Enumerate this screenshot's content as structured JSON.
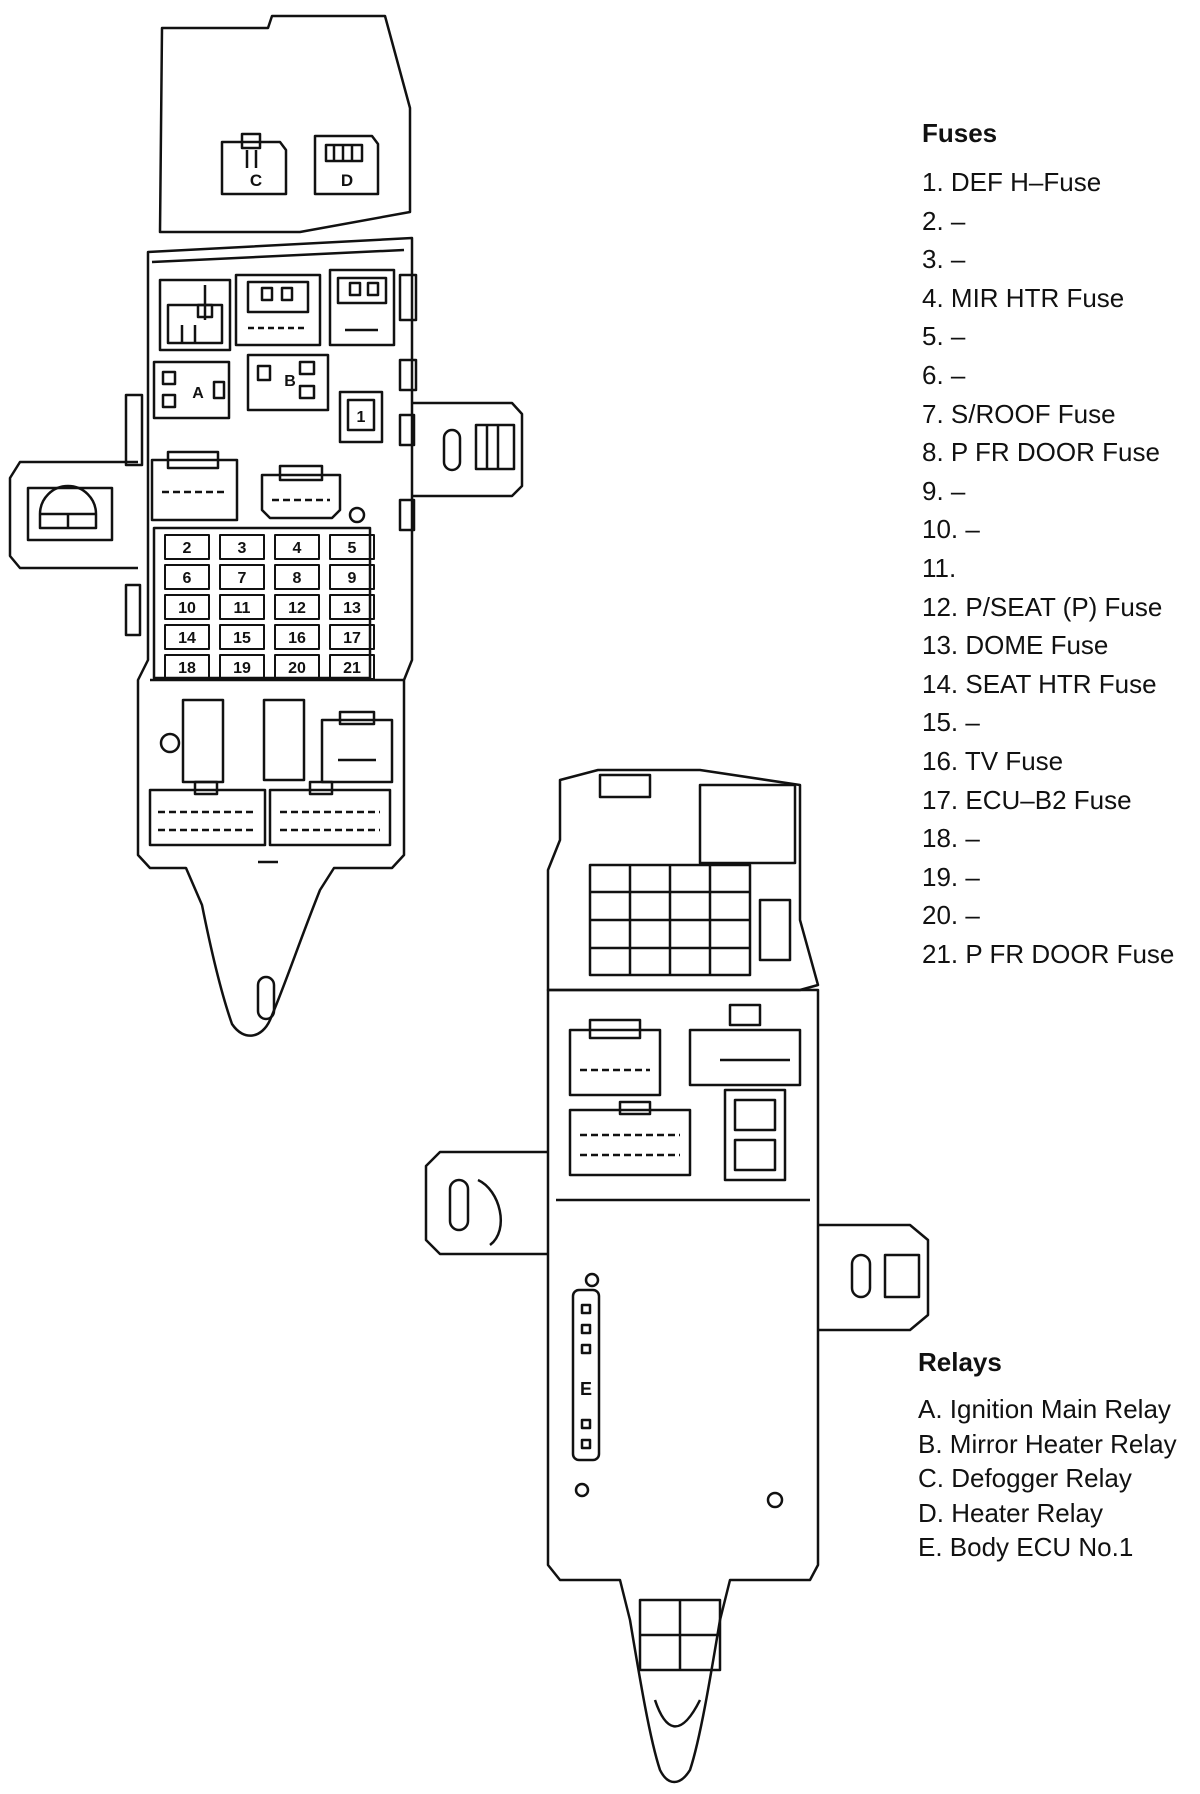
{
  "fuse_legend": {
    "title": "Fuses",
    "items": [
      "1. DEF H–Fuse",
      "2. –",
      "3. –",
      "4. MIR HTR Fuse",
      "5. –",
      "6. –",
      "7. S/ROOF Fuse",
      "8. P FR DOOR Fuse",
      "9. –",
      "10. –",
      "11.",
      "12. P/SEAT (P) Fuse",
      "13. DOME Fuse",
      "14. SEAT HTR Fuse",
      "15. –",
      "16. TV Fuse",
      "17. ECU–B2 Fuse",
      "18. –",
      "19. –",
      "20. –",
      "21. P FR DOOR Fuse"
    ]
  },
  "relay_legend": {
    "title": "Relays",
    "items": [
      "A. Ignition Main Relay",
      "B. Mirror Heater Relay",
      "C. Defogger Relay",
      "D. Heater Relay",
      "E. Body ECU No.1"
    ]
  },
  "diagram_labels": {
    "relay_c": "C",
    "relay_d": "D",
    "relay_a": "A",
    "relay_b": "B",
    "relay_e": "E",
    "fuse_1": "1",
    "fuse_grid": [
      "2",
      "3",
      "4",
      "5",
      "6",
      "7",
      "8",
      "9",
      "10",
      "11",
      "12",
      "13",
      "14",
      "15",
      "16",
      "17",
      "18",
      "19",
      "20",
      "21"
    ]
  }
}
